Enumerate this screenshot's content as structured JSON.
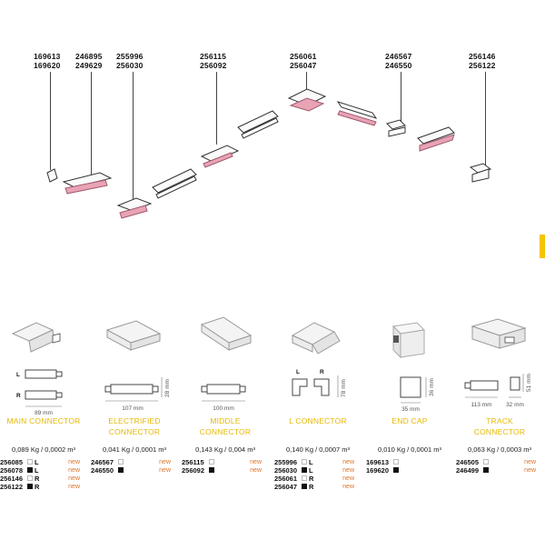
{
  "diagram_codes": [
    {
      "lines": [
        "169613",
        "169620"
      ]
    },
    {
      "lines": [
        "246895",
        "249629"
      ]
    },
    {
      "lines": [
        "255996",
        "256030"
      ]
    },
    {
      "lines": [
        "256115",
        "256092"
      ]
    },
    {
      "lines": [
        "256061",
        "256047"
      ]
    },
    {
      "lines": [
        "246567",
        "246550"
      ]
    },
    {
      "lines": [
        "256146",
        "256122"
      ]
    }
  ],
  "colors": {
    "accent": "#f5c400",
    "title": "#e6b800",
    "new": "#e0732a",
    "track_stripe": "#e8a3b5"
  },
  "products": [
    {
      "title": [
        "MAIN CONNECTOR"
      ],
      "weight": "0,089 Kg / 0,0002 m³",
      "dims": {
        "width": "89 mm",
        "height": ""
      },
      "side_labels": [
        "L",
        "R"
      ],
      "rows": [
        {
          "code": "256085",
          "swatch": "white",
          "side": "L",
          "new": "new"
        },
        {
          "code": "256078",
          "swatch": "black",
          "side": "L",
          "new": "new"
        },
        {
          "code": "256146",
          "swatch": "white",
          "side": "R",
          "new": "new"
        },
        {
          "code": "256122",
          "swatch": "black",
          "side": "R",
          "new": "new"
        }
      ]
    },
    {
      "title": [
        "ELECTRIFIED",
        "CONNECTOR"
      ],
      "weight": "0,041 Kg / 0,0001 m³",
      "dims": {
        "width": "107 mm",
        "height": "28 mm"
      },
      "rows": [
        {
          "code": "246567",
          "swatch": "white",
          "side": "",
          "new": "new"
        },
        {
          "code": "246550",
          "swatch": "black",
          "side": "",
          "new": "new"
        }
      ]
    },
    {
      "title": [
        "MIDDLE",
        "CONNECTOR"
      ],
      "weight": "0,143 Kg / 0,004 m³",
      "dims": {
        "width": "100 mm",
        "height": ""
      },
      "rows": [
        {
          "code": "256115",
          "swatch": "white",
          "side": "",
          "new": "new"
        },
        {
          "code": "256092",
          "swatch": "black",
          "side": "",
          "new": "new"
        }
      ]
    },
    {
      "title": [
        "L CONNECTOR"
      ],
      "weight": "0,140 Kg / 0,0007 m³",
      "dims": {
        "width": "",
        "height": "78 mm"
      },
      "side_labels": [
        "L",
        "R"
      ],
      "rows": [
        {
          "code": "255996",
          "swatch": "white",
          "side": "L",
          "new": "new"
        },
        {
          "code": "256030",
          "swatch": "black",
          "side": "L",
          "new": "new"
        },
        {
          "code": "256061",
          "swatch": "white",
          "side": "R",
          "new": "new"
        },
        {
          "code": "256047",
          "swatch": "black",
          "side": "R",
          "new": "new"
        }
      ]
    },
    {
      "title": [
        "END CAP"
      ],
      "weight": "0,010 Kg / 0,0001 m³",
      "dims": {
        "width": "35 mm",
        "height": "36 mm"
      },
      "rows": [
        {
          "code": "169613",
          "swatch": "white",
          "side": "",
          "new": ""
        },
        {
          "code": "169620",
          "swatch": "black",
          "side": "",
          "new": ""
        }
      ]
    },
    {
      "title": [
        "TRACK",
        "CONNECTOR"
      ],
      "weight": "0,063 Kg / 0,0003 m³",
      "dims": {
        "width": "113 mm",
        "width2": "32 mm",
        "height": "51 mm"
      },
      "rows": [
        {
          "code": "246505",
          "swatch": "white",
          "side": "",
          "new": "new"
        },
        {
          "code": "246499",
          "swatch": "black",
          "side": "",
          "new": "new"
        }
      ]
    }
  ]
}
